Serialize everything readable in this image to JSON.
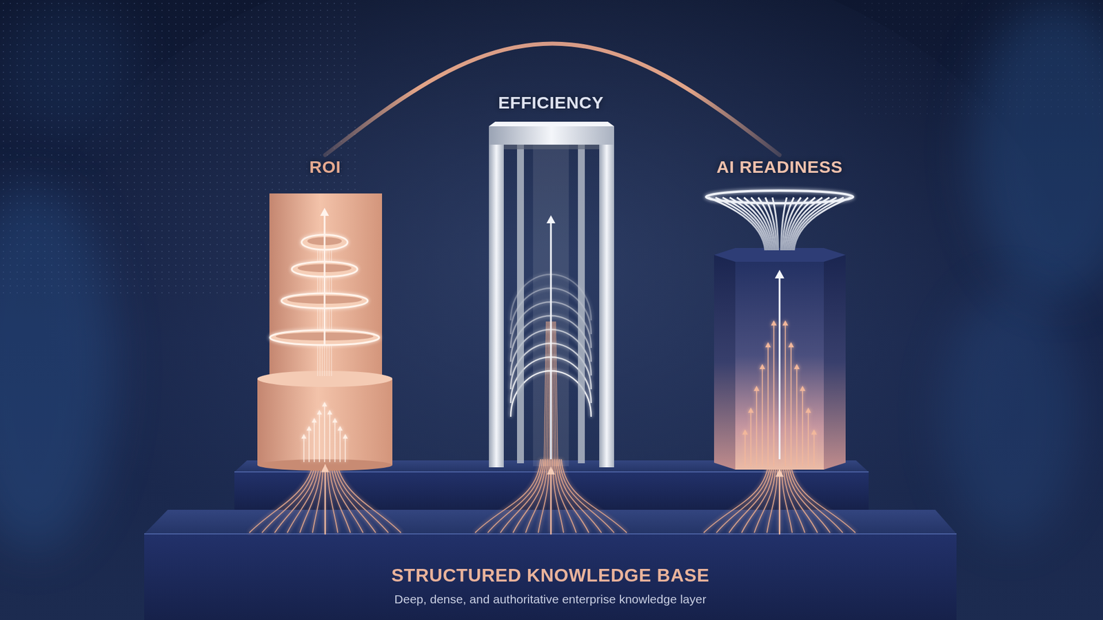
{
  "diagram": {
    "nodes": [
      {
        "text": [
          "ROI"
        ]
      },
      {
        "text": [
          "EFFICIENCY"
        ]
      },
      {
        "text": [
          "AI READINESS"
        ]
      },
      {
        "text": [
          "STRUCTURED KNOWLEDGE BASE",
          "Deep, dense, and authoritative enterprise knowledge layer"
        ]
      }
    ],
    "edges": [
      {
        "from": 0,
        "to": 2,
        "arrow": "none"
      },
      {
        "from": 3,
        "to": 0,
        "arrow": "to"
      },
      {
        "from": 3,
        "to": 1,
        "arrow": "to"
      },
      {
        "from": 3,
        "to": 2,
        "arrow": "to"
      }
    ]
  }
}
